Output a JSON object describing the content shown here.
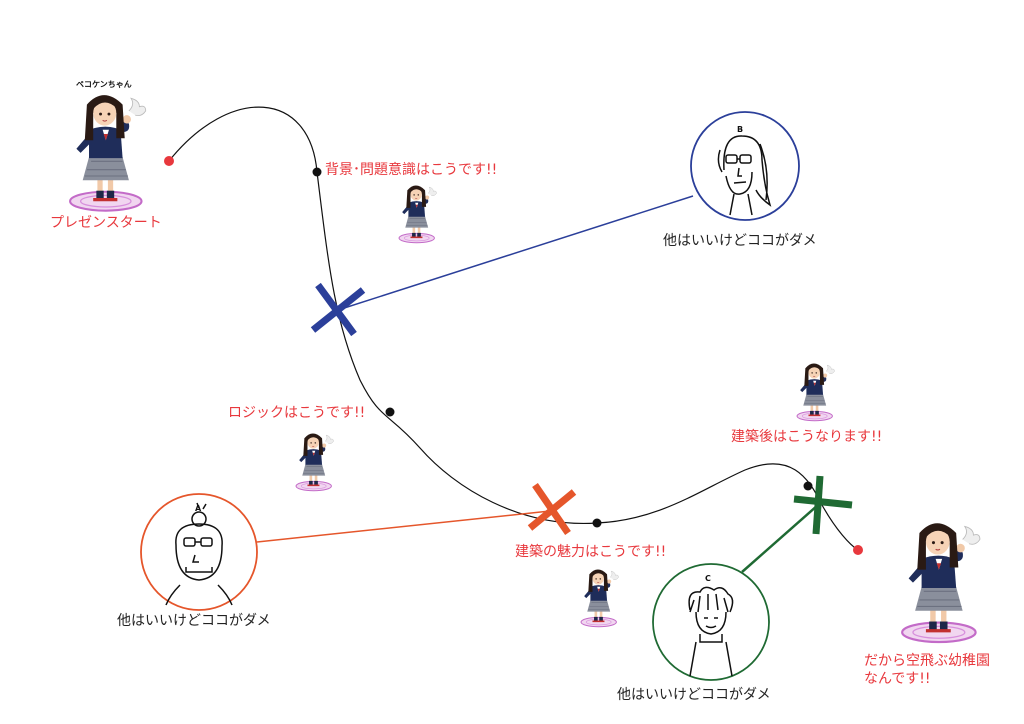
{
  "colors": {
    "path": "#111111",
    "accent_red": "#e8383d",
    "blue": "#2b3f9a",
    "orange": "#e5562b",
    "green": "#1f6a33"
  },
  "labels": {
    "character_name": "ペコケンちゃん",
    "start": "プレゼンスタート",
    "background": "背景･問題意識はこうです!!",
    "logic": "ロジックはこうです!!",
    "appeal": "建築の魅力はこうです!!",
    "after_build": "建築後はこうなります!!",
    "end_line1": "だから空飛ぶ幼稚園",
    "end_line2": "なんです!!"
  },
  "critics": [
    {
      "id": "A",
      "letter": "A",
      "comment": "他はいいけどココがダメ",
      "color_key": "orange"
    },
    {
      "id": "B",
      "letter": "B",
      "comment": "他はいいけどココがダメ",
      "color_key": "blue"
    },
    {
      "id": "C",
      "letter": "C",
      "comment": "他はいいけどココがダメ",
      "color_key": "green"
    }
  ],
  "icons": {
    "presenter": "presenter-girl-icon",
    "rejection": "x-mark-icon",
    "critic": "critic-face-icon"
  }
}
